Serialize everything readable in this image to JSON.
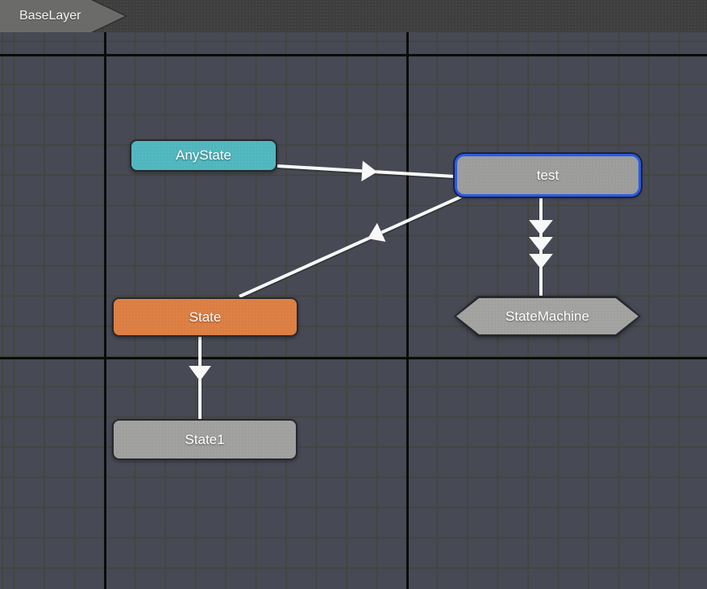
{
  "breadcrumb": {
    "label": "BaseLayer"
  },
  "nodes": [
    {
      "label": "AnyState",
      "kind": "any-state-node",
      "color": "#50b6be",
      "selected": false
    },
    {
      "label": "test",
      "kind": "state-node",
      "color": "#9c9c9a",
      "selected": true,
      "selection_color": "#2b5be6"
    },
    {
      "label": "State",
      "kind": "state-node",
      "color": "#db7e42",
      "selected": false
    },
    {
      "label": "StateMachine",
      "kind": "sub-state-machine-node",
      "color": "#a1a19f",
      "selected": false
    },
    {
      "label": "State1",
      "kind": "state-node",
      "color": "#9f9f9d",
      "selected": false
    }
  ],
  "transitions": [
    {
      "from": "AnyState",
      "to": "test",
      "arrowheads": 1
    },
    {
      "from": "test",
      "to": "State",
      "arrowheads": 1
    },
    {
      "from": "test",
      "to": "StateMachine",
      "arrowheads": 3
    },
    {
      "from": "State",
      "to": "State1",
      "arrowheads": 1
    }
  ],
  "colors": {
    "canvas_background": "#474a55",
    "grid_minor_line": "#43463e",
    "grid_major_line": "#0b0b0b",
    "topbar_background": "#3e3e3f",
    "breadcrumb_tab": "#6b6b6a",
    "wire": "#f8f8f8",
    "node_border": "#26282c",
    "node_text": "#ffffff"
  }
}
